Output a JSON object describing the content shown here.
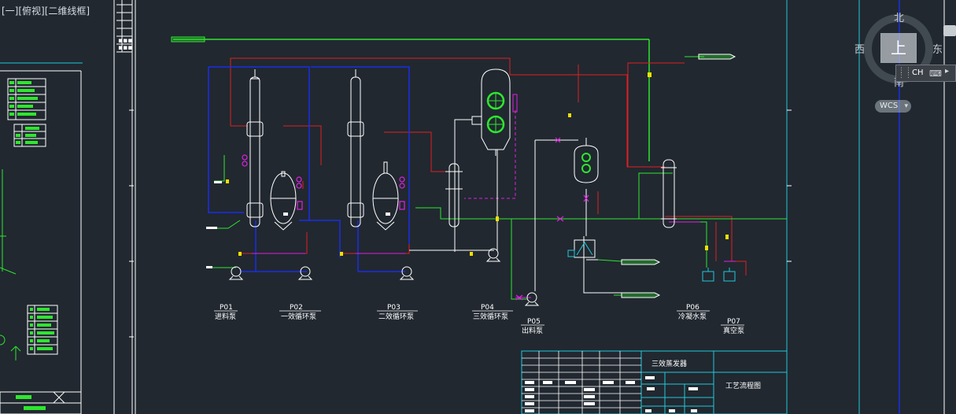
{
  "viewport": {
    "view_label": "[一][俯视][二维线框]"
  },
  "viewcube": {
    "north": "北",
    "south": "南",
    "east": "东",
    "west": "西",
    "face": "上",
    "wcs_label": "WCS",
    "wcs_arrow": "▾"
  },
  "ime": {
    "lang": "CH",
    "keyboard": "⌨",
    "more": "▸"
  },
  "pumps": [
    {
      "tag": "P01",
      "name": "进料泵"
    },
    {
      "tag": "P02",
      "name": "一效循环泵"
    },
    {
      "tag": "P03",
      "name": "二效循环泵"
    },
    {
      "tag": "P04",
      "name": "三效循环泵"
    },
    {
      "tag": "P05",
      "name": "出料泵"
    },
    {
      "tag": "P06",
      "name": "冷凝水泵"
    },
    {
      "tag": "P07",
      "name": "真空泵"
    }
  ],
  "title_block": {
    "project": "三效蒸发器",
    "drawing": "工艺流程图"
  },
  "colors": {
    "background": "#212830",
    "steam": "#e02020",
    "cooling": "#1a2ee6",
    "feed": "#2ee62e",
    "vacuum": "#e020e0",
    "equipment": "#ffffff",
    "frame": "#20c8d8"
  }
}
